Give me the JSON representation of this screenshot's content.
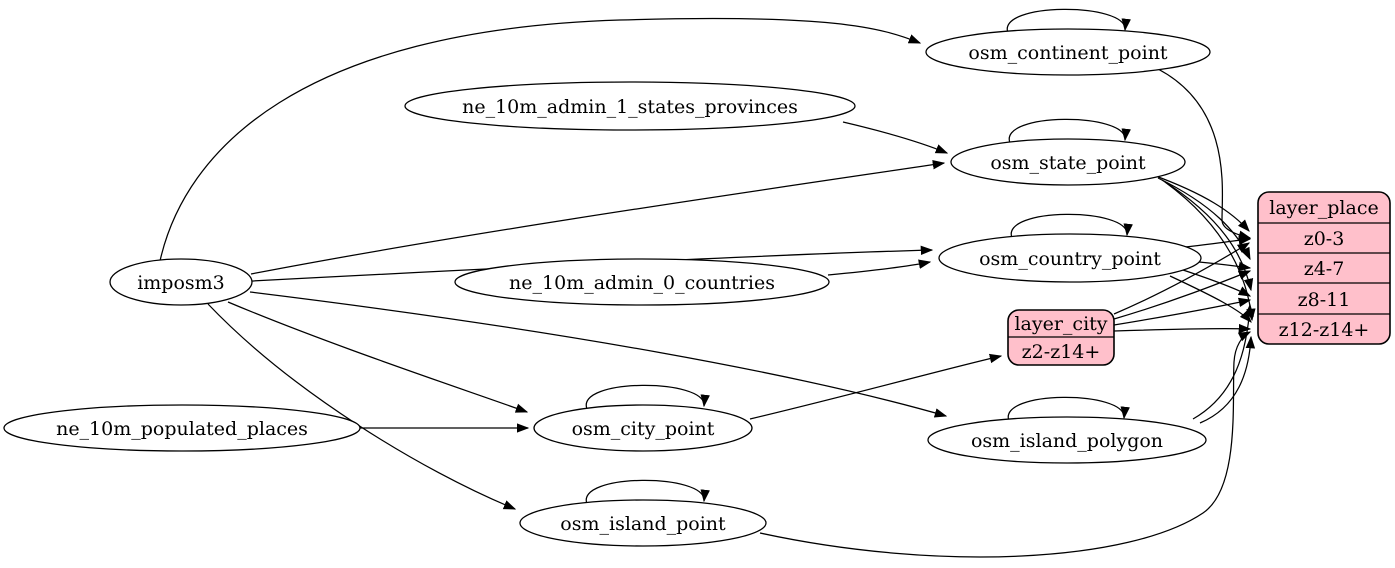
{
  "diagram": {
    "colors": {
      "ellipse_fill": "#ffffff",
      "record_fill": "#ffc0cb",
      "stroke": "#000000",
      "text": "#000000"
    },
    "nodes": {
      "imposm3": {
        "label": "imposm3",
        "shape": "ellipse"
      },
      "ne_10m_admin_1_states_provinces": {
        "label": "ne_10m_admin_1_states_provinces",
        "shape": "ellipse"
      },
      "ne_10m_admin_0_countries": {
        "label": "ne_10m_admin_0_countries",
        "shape": "ellipse"
      },
      "ne_10m_populated_places": {
        "label": "ne_10m_populated_places",
        "shape": "ellipse"
      },
      "osm_continent_point": {
        "label": "osm_continent_point",
        "shape": "ellipse",
        "self_loop": true
      },
      "osm_state_point": {
        "label": "osm_state_point",
        "shape": "ellipse",
        "self_loop": true
      },
      "osm_country_point": {
        "label": "osm_country_point",
        "shape": "ellipse",
        "self_loop": true
      },
      "osm_city_point": {
        "label": "osm_city_point",
        "shape": "ellipse",
        "self_loop": true
      },
      "osm_island_polygon": {
        "label": "osm_island_polygon",
        "shape": "ellipse",
        "self_loop": true
      },
      "osm_island_point": {
        "label": "osm_island_point",
        "shape": "ellipse",
        "self_loop": true
      },
      "layer_city": {
        "title": "layer_city",
        "rows": [
          "z2-z14+"
        ],
        "shape": "record"
      },
      "layer_place": {
        "title": "layer_place",
        "rows": [
          "z0-3",
          "z4-7",
          "z8-11",
          "z12-z14+"
        ],
        "shape": "record"
      }
    },
    "edges": [
      {
        "from": "imposm3",
        "to": "osm_continent_point"
      },
      {
        "from": "imposm3",
        "to": "osm_state_point"
      },
      {
        "from": "imposm3",
        "to": "osm_country_point"
      },
      {
        "from": "imposm3",
        "to": "osm_city_point"
      },
      {
        "from": "imposm3",
        "to": "osm_island_polygon"
      },
      {
        "from": "imposm3",
        "to": "osm_island_point"
      },
      {
        "from": "ne_10m_admin_1_states_provinces",
        "to": "osm_state_point"
      },
      {
        "from": "ne_10m_admin_0_countries",
        "to": "osm_country_point"
      },
      {
        "from": "ne_10m_populated_places",
        "to": "osm_city_point"
      },
      {
        "from": "osm_continent_point",
        "to": "osm_continent_point"
      },
      {
        "from": "osm_state_point",
        "to": "osm_state_point"
      },
      {
        "from": "osm_country_point",
        "to": "osm_country_point"
      },
      {
        "from": "osm_city_point",
        "to": "osm_city_point"
      },
      {
        "from": "osm_island_polygon",
        "to": "osm_island_polygon"
      },
      {
        "from": "osm_island_point",
        "to": "osm_island_point"
      },
      {
        "from": "osm_continent_point",
        "to": "layer_place:z0-3"
      },
      {
        "from": "osm_state_point",
        "to": "layer_place:z0-3"
      },
      {
        "from": "osm_state_point",
        "to": "layer_place:z4-7"
      },
      {
        "from": "osm_state_point",
        "to": "layer_place:z8-11"
      },
      {
        "from": "osm_state_point",
        "to": "layer_place:z12-z14+"
      },
      {
        "from": "osm_country_point",
        "to": "layer_place:z0-3"
      },
      {
        "from": "osm_country_point",
        "to": "layer_place:z4-7"
      },
      {
        "from": "osm_country_point",
        "to": "layer_place:z8-11"
      },
      {
        "from": "osm_country_point",
        "to": "layer_place:z12-z14+"
      },
      {
        "from": "osm_city_point",
        "to": "layer_city:z2-z14+"
      },
      {
        "from": "layer_city",
        "to": "layer_place:z0-3"
      },
      {
        "from": "layer_city",
        "to": "layer_place:z4-7"
      },
      {
        "from": "layer_city",
        "to": "layer_place:z8-11"
      },
      {
        "from": "layer_city",
        "to": "layer_place:z12-z14+"
      },
      {
        "from": "osm_island_polygon",
        "to": "layer_place:z8-11"
      },
      {
        "from": "osm_island_polygon",
        "to": "layer_place:z12-z14+"
      },
      {
        "from": "osm_island_point",
        "to": "layer_place:z12-z14+"
      }
    ]
  }
}
